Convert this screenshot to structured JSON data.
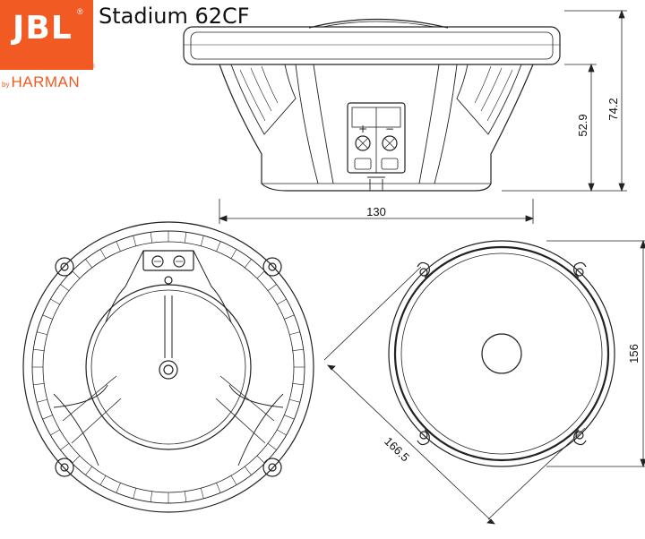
{
  "brand": {
    "logo_text": "JBL",
    "byline_prefix": "by",
    "byline_company": "HARMAN",
    "registered_mark": "®",
    "brand_color": "#f15a22"
  },
  "product": {
    "title": "Stadium 62CF"
  },
  "dimensions": {
    "depth_total": "74.2",
    "mount_depth": "52.9",
    "basket_width": "130",
    "outer_diameter": "156",
    "diagonal_width": "166.5"
  },
  "terminals": {
    "positive_symbol": "+",
    "negative_symbol": "−"
  }
}
